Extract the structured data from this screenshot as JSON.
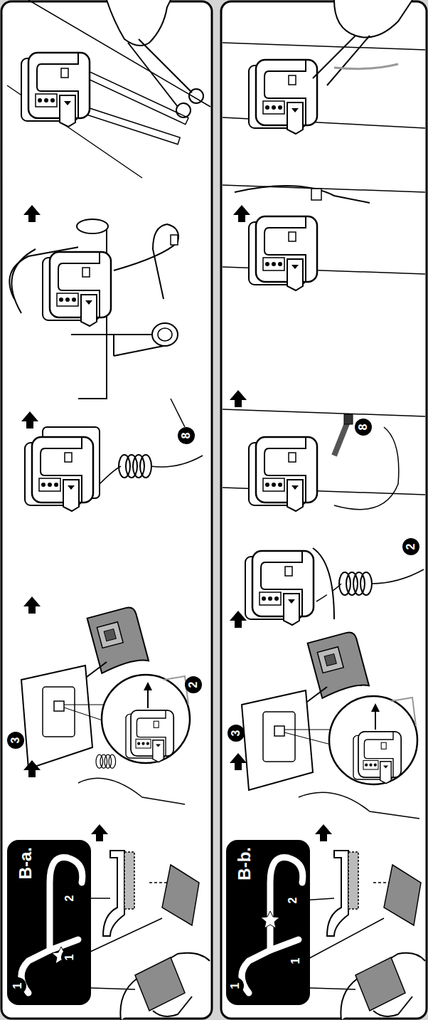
{
  "diagram": {
    "nodes": [
      {
        "text": [
          "B-a."
        ]
      },
      {
        "text": [
          "B-b."
        ]
      }
    ],
    "labels": [
      "1",
      "1",
      "2",
      "3",
      "2",
      "8",
      "1",
      "1",
      "2",
      "3",
      "2",
      "8"
    ]
  }
}
